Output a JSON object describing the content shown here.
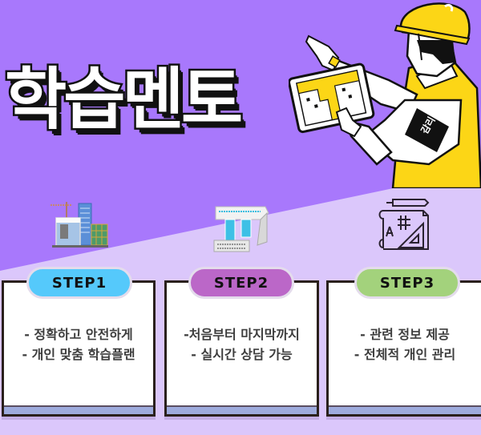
{
  "header": {
    "title": "학습멘토",
    "illustration": {
      "name": "construction-supervisor-with-tablet",
      "armband_text": "감리"
    }
  },
  "colors": {
    "background_top": "#a878fc",
    "background_bottom": "#dbc7fb",
    "step1_accent": "#55c9fb",
    "step2_accent": "#bb67c8",
    "step3_accent": "#a3d27c",
    "card_footer": "#9eabdd",
    "helmet_yellow": "#fcd616"
  },
  "steps": [
    {
      "label": "STEP1",
      "icon": "city-buildings-icon",
      "lines": [
        "- 정확하고 안전하게",
        "- 개인 맞춤 학습플랜"
      ]
    },
    {
      "label": "STEP2",
      "icon": "modern-building-icon",
      "lines": [
        "-처음부터 마지막까지",
        "- 실시간 상담 가능"
      ]
    },
    {
      "label": "STEP3",
      "icon": "blueprint-drafting-icon",
      "lines": [
        "- 관련 정보 제공",
        "- 전체적 개인 관리"
      ]
    }
  ]
}
